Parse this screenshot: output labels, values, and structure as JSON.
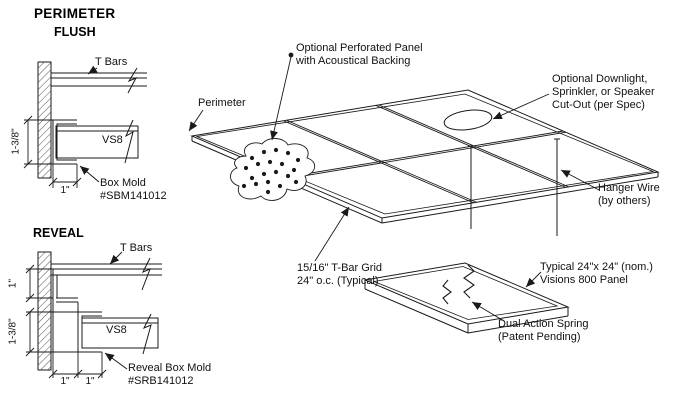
{
  "titles": {
    "main": "PERIMETER",
    "flush": "FLUSH",
    "reveal": "REVEAL"
  },
  "flush": {
    "t_bars": "T Bars",
    "panel": "VS8",
    "dim_height": "1-3/8\"",
    "dim_width": "1\"",
    "mold_label": "Box Mold\n#SBM141012"
  },
  "reveal": {
    "t_bars": "T Bars",
    "panel": "VS8",
    "dim_reveal": "1\"",
    "dim_height": "1-3/8\"",
    "dim_w1": "1\"",
    "dim_w2": "1\"",
    "mold_label": "Reveal Box Mold\n#SRB141012"
  },
  "isometric": {
    "perforated_label": "Optional Perforated Panel\nwith Acoustical Backing",
    "perimeter_label": "Perimeter",
    "downlight_label": "Optional Downlight,\nSprinkler, or Speaker\nCut-Out (per Spec)",
    "hanger_label": "Hanger Wire\n(by others)",
    "grid_label": "15/16\" T-Bar Grid\n24\" o.c. (Typical)",
    "panel_label": "Typical 24\"x 24\" (nom.)\nVisions 800 Panel",
    "spring_label": "Dual Action Spring\n(Patent Pending)"
  },
  "colors": {
    "line": "#1a1a1a",
    "background": "#ffffff"
  }
}
